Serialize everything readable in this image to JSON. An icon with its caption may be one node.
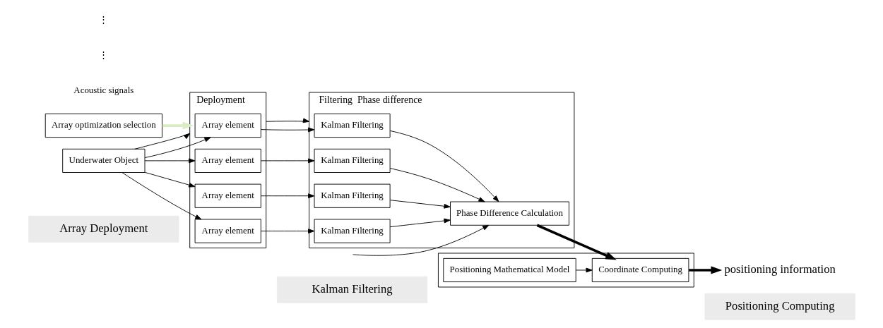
{
  "diagram": {
    "nodes": [
      {
        "text": [
          "Array Deployment"
        ]
      },
      {
        "text": [
          "Kalman Filtering"
        ]
      },
      {
        "text": [
          "Positioning Computing"
        ]
      },
      {
        "text": [
          "Array optimization selection"
        ]
      },
      {
        "text": [
          "Underwater Object"
        ]
      },
      {
        "text": [
          "Deployment"
        ]
      },
      {
        "text": [
          "Array element"
        ],
        "in": 5
      },
      {
        "text": [
          "Array element"
        ],
        "in": 5
      },
      {
        "text": [
          "Array element"
        ],
        "in": 5
      },
      {
        "text": [
          "Array element"
        ],
        "in": 5
      },
      {
        "text": [
          "Filtering",
          "Phase difference"
        ]
      },
      {
        "text": [
          "Kalman Filtering"
        ],
        "in": 10
      },
      {
        "text": [
          "Kalman Filtering"
        ],
        "in": 10
      },
      {
        "text": [
          "Kalman Filtering"
        ],
        "in": 10
      },
      {
        "text": [
          "Kalman Filtering"
        ],
        "in": 10
      },
      {
        "text": [
          "Phase Difference Calculation"
        ],
        "in": 10
      },
      {
        "text": [],
        "shape": "box"
      },
      {
        "text": [
          "Positioning Mathematical Model"
        ],
        "in": 16
      },
      {
        "text": [
          "Coordinate Computing"
        ],
        "in": 16
      },
      {
        "text": [
          "positioning information"
        ]
      }
    ],
    "edges": [
      {
        "from": 3,
        "to": 5,
        "arrow": "to",
        "style": "thick",
        "color": "#d9ecc4"
      },
      {
        "from": 4,
        "to": 6,
        "arrow": "to"
      },
      {
        "from": 4,
        "to": 7,
        "arrow": "to"
      },
      {
        "from": 4,
        "to": 8,
        "arrow": "to"
      },
      {
        "from": 4,
        "to": 5,
        "arrow": "to"
      },
      {
        "from": 4,
        "to": 9,
        "arrow": "to"
      },
      {
        "from": 6,
        "to": 11,
        "arrow": "to"
      },
      {
        "from": 7,
        "to": 12,
        "arrow": "to"
      },
      {
        "from": 8,
        "to": 13,
        "arrow": "to"
      },
      {
        "from": 5,
        "to": 10,
        "arrow": "to"
      },
      {
        "from": 9,
        "to": 14,
        "arrow": "to"
      },
      {
        "from": 11,
        "to": 15,
        "arrow": "to"
      },
      {
        "from": 12,
        "to": 15,
        "arrow": "to"
      },
      {
        "from": 13,
        "to": 15,
        "arrow": "to"
      },
      {
        "from": null,
        "to": 15,
        "arrow": "to"
      },
      {
        "from": 14,
        "to": 15,
        "arrow": "to"
      },
      {
        "from": 15,
        "to": 18,
        "arrow": "to",
        "style": "thick"
      },
      {
        "from": 17,
        "to": 18,
        "arrow": "to"
      },
      {
        "from": 18,
        "to": 19,
        "arrow": "to",
        "style": "thick"
      }
    ],
    "labels": [
      "Acoustic signals",
      "⋮",
      "⋮"
    ]
  }
}
